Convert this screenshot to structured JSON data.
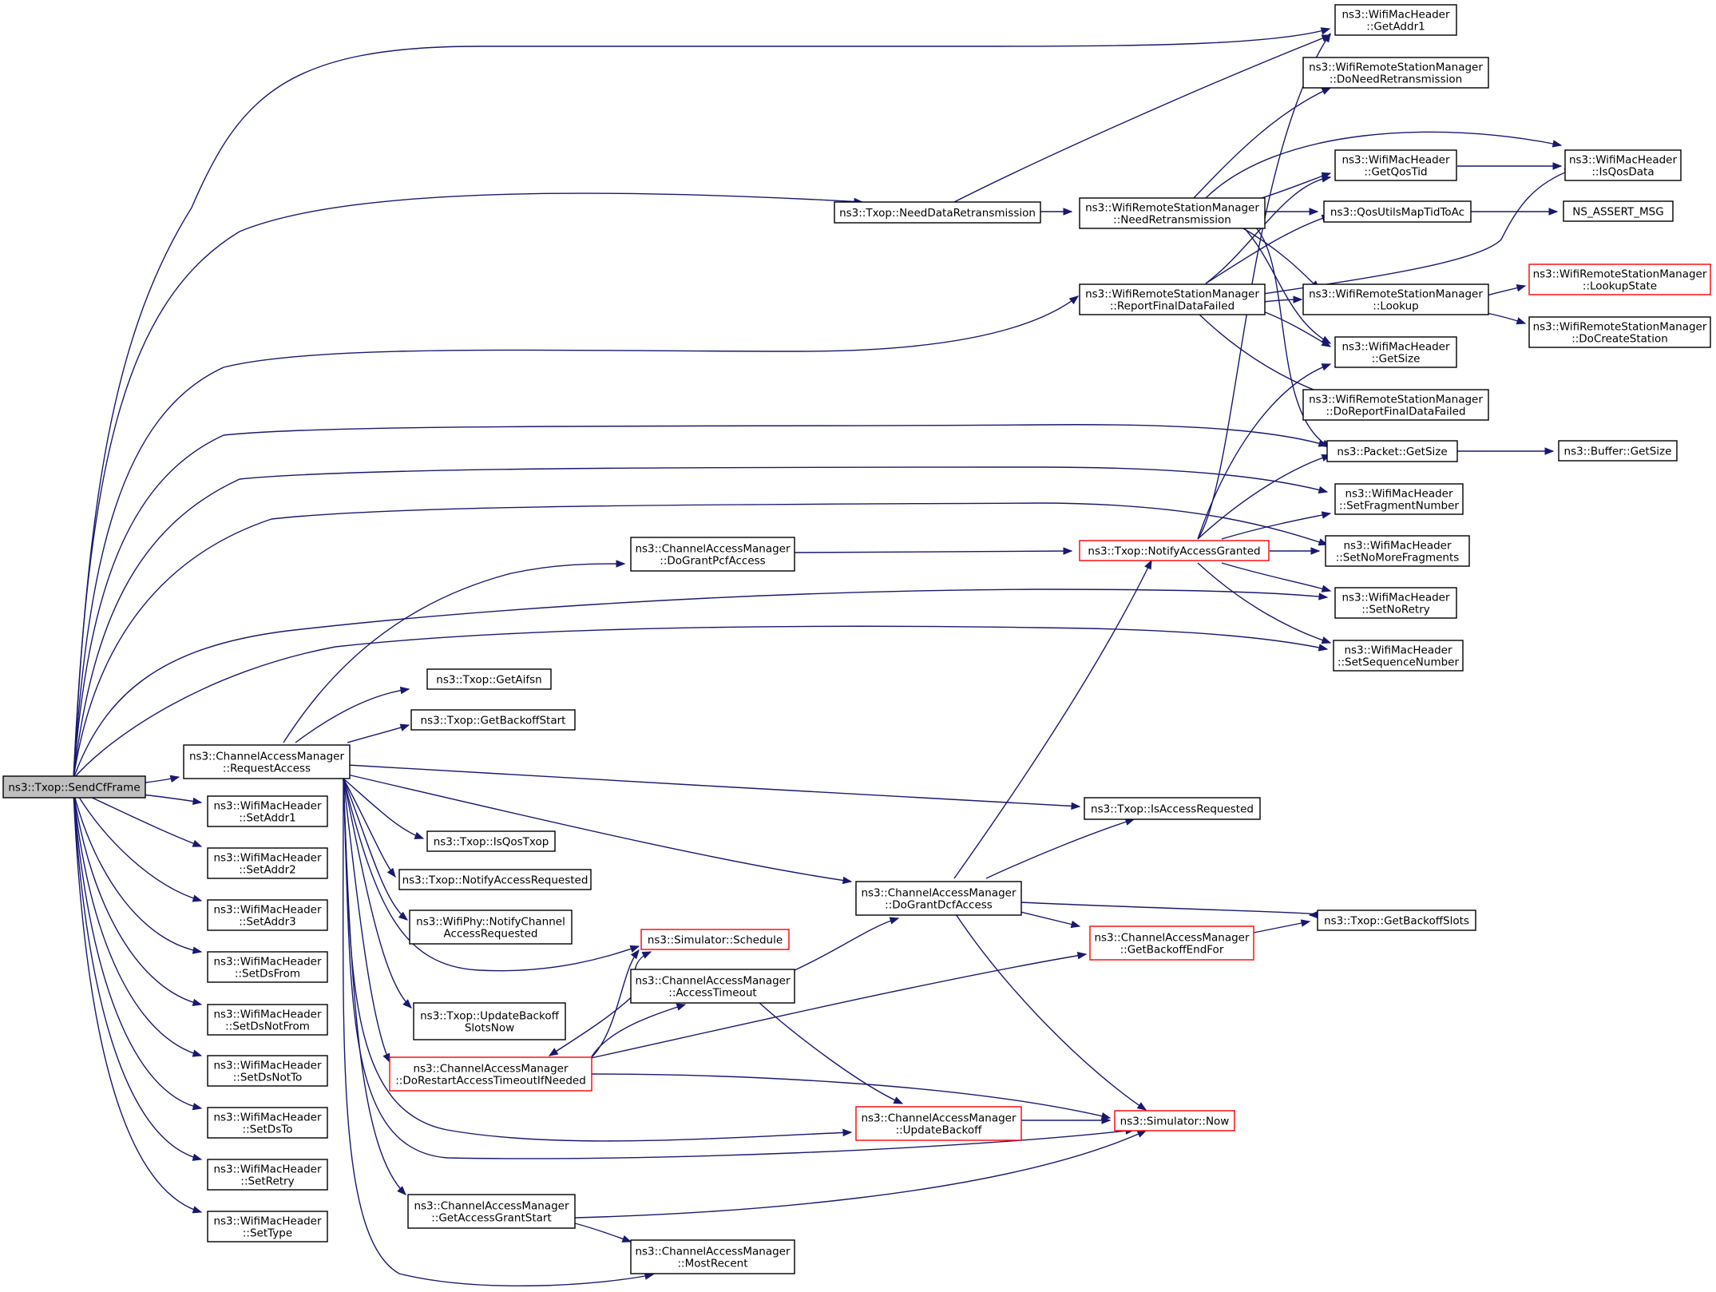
{
  "colors": {
    "edge": "#191970",
    "border": "#000000",
    "incomplete_border": "#ff0000",
    "root_fill": "#bfbfbf"
  },
  "nodes": {
    "sendcf": {
      "lines": [
        "ns3::Txop::SendCfFrame"
      ],
      "style": "root"
    },
    "req": {
      "lines": [
        "ns3::ChannelAccessManager",
        "::RequestAccess"
      ]
    },
    "seta1": {
      "lines": [
        "ns3::WifiMacHeader",
        "::SetAddr1"
      ]
    },
    "seta2": {
      "lines": [
        "ns3::WifiMacHeader",
        "::SetAddr2"
      ]
    },
    "seta3": {
      "lines": [
        "ns3::WifiMacHeader",
        "::SetAddr3"
      ]
    },
    "dsfrom": {
      "lines": [
        "ns3::WifiMacHeader",
        "::SetDsFrom"
      ]
    },
    "dsnotfrom": {
      "lines": [
        "ns3::WifiMacHeader",
        "::SetDsNotFrom"
      ]
    },
    "dsnotto": {
      "lines": [
        "ns3::WifiMacHeader",
        "::SetDsNotTo"
      ]
    },
    "dsto": {
      "lines": [
        "ns3::WifiMacHeader",
        "::SetDsTo"
      ]
    },
    "setretry": {
      "lines": [
        "ns3::WifiMacHeader",
        "::SetRetry"
      ]
    },
    "settype": {
      "lines": [
        "ns3::WifiMacHeader",
        "::SetType"
      ]
    },
    "needdata": {
      "lines": [
        "ns3::Txop::NeedDataRetransmission"
      ]
    },
    "pcf": {
      "lines": [
        "ns3::ChannelAccessManager",
        "::DoGrantPcfAccess"
      ]
    },
    "aifsn": {
      "lines": [
        "ns3::Txop::GetAifsn"
      ]
    },
    "backoffstart": {
      "lines": [
        "ns3::Txop::GetBackoffStart"
      ]
    },
    "isqostxop": {
      "lines": [
        "ns3::Txop::IsQosTxop"
      ]
    },
    "notifyreq": {
      "lines": [
        "ns3::Txop::NotifyAccessRequested"
      ]
    },
    "phynotify": {
      "lines": [
        "ns3::WifiPhy::NotifyChannel",
        "AccessRequested"
      ]
    },
    "schedule": {
      "lines": [
        "ns3::Simulator::Schedule"
      ],
      "style": "red"
    },
    "acctimeout": {
      "lines": [
        "ns3::ChannelAccessManager",
        "::AccessTimeout"
      ]
    },
    "updslots": {
      "lines": [
        "ns3::Txop::UpdateBackoff",
        "SlotsNow"
      ]
    },
    "restart": {
      "lines": [
        "ns3::ChannelAccessManager",
        "::DoRestartAccessTimeoutIfNeeded"
      ],
      "style": "red"
    },
    "grantstart": {
      "lines": [
        "ns3::ChannelAccessManager",
        "::GetAccessGrantStart"
      ]
    },
    "mostrecent": {
      "lines": [
        "ns3::ChannelAccessManager",
        "::MostRecent"
      ]
    },
    "dcf": {
      "lines": [
        "ns3::ChannelAccessManager",
        "::DoGrantDcfAccess"
      ]
    },
    "updbackoff": {
      "lines": [
        "ns3::ChannelAccessManager",
        "::UpdateBackoff"
      ],
      "style": "red"
    },
    "needretrans": {
      "lines": [
        "ns3::WifiRemoteStationManager",
        "::NeedRetransmission"
      ]
    },
    "reportfinal": {
      "lines": [
        "ns3::WifiRemoteStationManager",
        "::ReportFinalDataFailed"
      ]
    },
    "notifygranted": {
      "lines": [
        "ns3::Txop::NotifyAccessGranted"
      ],
      "style": "red"
    },
    "isaccessreq": {
      "lines": [
        "ns3::Txop::IsAccessRequested"
      ]
    },
    "backoffend": {
      "lines": [
        "ns3::ChannelAccessManager",
        "::GetBackoffEndFor"
      ],
      "style": "red"
    },
    "now": {
      "lines": [
        "ns3::Simulator::Now"
      ],
      "style": "red"
    },
    "getaddr1": {
      "lines": [
        "ns3::WifiMacHeader",
        "::GetAddr1"
      ]
    },
    "doneedretrans": {
      "lines": [
        "ns3::WifiRemoteStationManager",
        "::DoNeedRetransmission"
      ]
    },
    "getqostid": {
      "lines": [
        "ns3::WifiMacHeader",
        "::GetQosTid"
      ]
    },
    "qosutils": {
      "lines": [
        "ns3::QosUtilsMapTidToAc"
      ]
    },
    "lookup": {
      "lines": [
        "ns3::WifiRemoteStationManager",
        "::Lookup"
      ]
    },
    "getsize": {
      "lines": [
        "ns3::WifiMacHeader",
        "::GetSize"
      ]
    },
    "doreport": {
      "lines": [
        "ns3::WifiRemoteStationManager",
        "::DoReportFinalDataFailed"
      ]
    },
    "pktsize": {
      "lines": [
        "ns3::Packet::GetSize"
      ]
    },
    "setfrag": {
      "lines": [
        "ns3::WifiMacHeader",
        "::SetFragmentNumber"
      ]
    },
    "setnomore": {
      "lines": [
        "ns3::WifiMacHeader",
        "::SetNoMoreFragments"
      ]
    },
    "setnoretry": {
      "lines": [
        "ns3::WifiMacHeader",
        "::SetNoRetry"
      ]
    },
    "setseq": {
      "lines": [
        "ns3::WifiMacHeader",
        "::SetSequenceNumber"
      ]
    },
    "backoffslots": {
      "lines": [
        "ns3::Txop::GetBackoffSlots"
      ]
    },
    "isqosdata": {
      "lines": [
        "ns3::WifiMacHeader",
        "::IsQosData"
      ]
    },
    "nsassert": {
      "lines": [
        "NS_ASSERT_MSG"
      ]
    },
    "lookupstate": {
      "lines": [
        "ns3::WifiRemoteStationManager",
        "::LookupState"
      ],
      "style": "red"
    },
    "docreate": {
      "lines": [
        "ns3::WifiRemoteStationManager",
        "::DoCreateStation"
      ]
    },
    "bufsize": {
      "lines": [
        "ns3::Buffer::GetSize"
      ]
    }
  }
}
